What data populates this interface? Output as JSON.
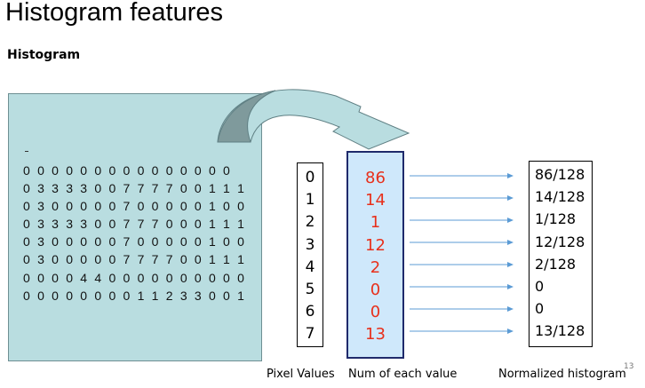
{
  "title": "Histogram features",
  "subtitle": "Histogram",
  "matrix_rows": [
    "000000000000000",
    "033330077770011 1",
    "030000070000010 0",
    "033330077700011 1",
    "030000070000010 0",
    "030000077770011 1",
    "000044000000000 0",
    "000000001123300 1"
  ],
  "pixel_values": [
    "0",
    "1",
    "2",
    "3",
    "4",
    "5",
    "6",
    "7"
  ],
  "counts": [
    "86",
    "14",
    "1",
    "12",
    "2",
    "0",
    "0",
    "13"
  ],
  "normalized": [
    "86/128",
    "14/128",
    "1/128",
    "12/128",
    "2/128",
    "0",
    "0",
    "13/128"
  ],
  "captions": {
    "pixel_values": "Pixel Values",
    "num_each": "Num of each value",
    "normalized": "Normalized histogram"
  },
  "page_number": "13",
  "colors": {
    "matrix_bg": "#b9dde0",
    "count_bg": "#cfe8fb",
    "count_text": "#e8301b",
    "arrow": "#5b9bd5"
  }
}
